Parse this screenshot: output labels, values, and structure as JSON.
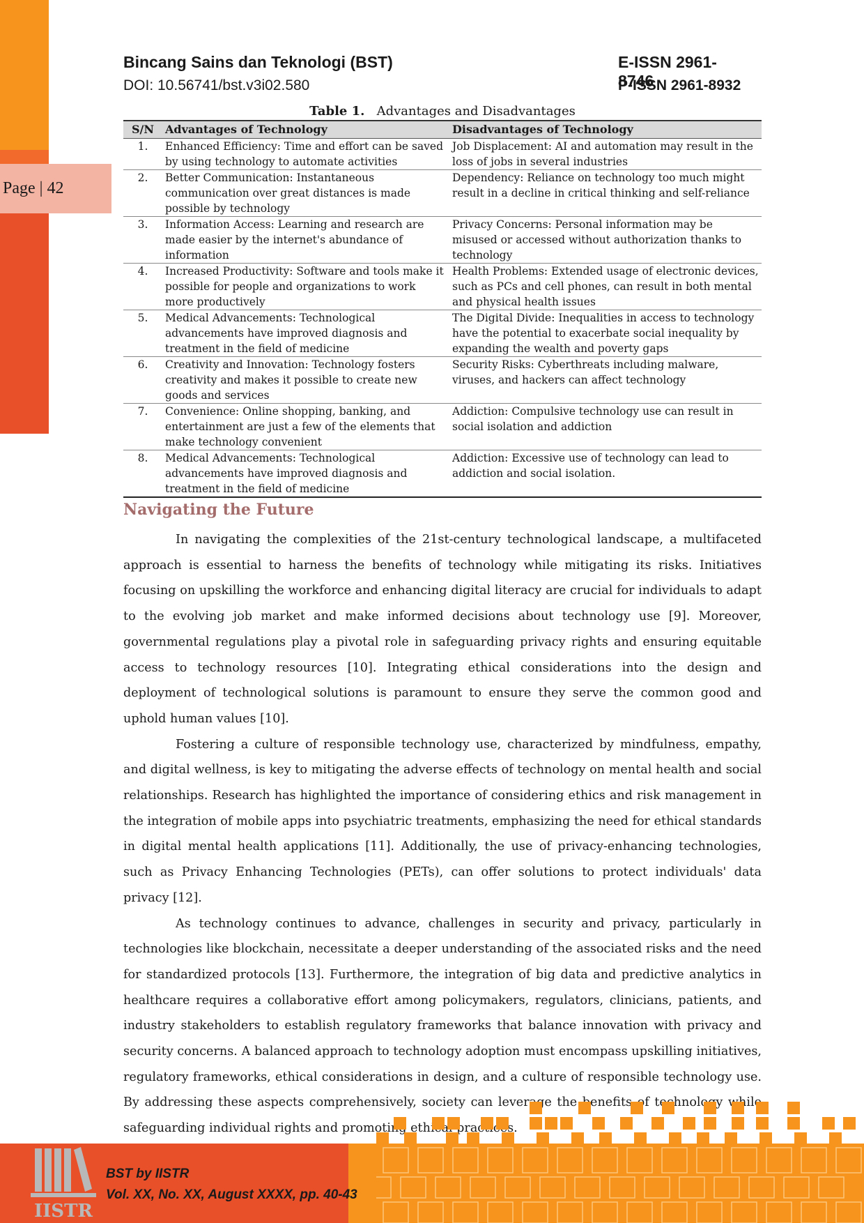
{
  "header": {
    "journal": "Bincang Sains dan Teknologi (BST)",
    "doi": "DOI: 10.56741/bst.v3i02.580",
    "eissn": "E-ISSN 2961-8746",
    "pissn": "P-ISSN 2961-8932"
  },
  "page_label": "Page | 42",
  "table": {
    "caption_label": "Table 1.",
    "caption_text": "Advantages and Disadvantages",
    "headers": [
      "S/N",
      "Advantages of Technology",
      "Disadvantages of Technology"
    ],
    "rows": [
      {
        "sn": "1.",
        "adv": "Enhanced Efficiency: Time and effort can be saved by using technology to automate activities",
        "dis": "Job Displacement: AI and automation may result in the loss of jobs in several industries"
      },
      {
        "sn": "2.",
        "adv": "Better Communication: Instantaneous communication over great distances is made possible by technology",
        "dis": "Dependency: Reliance on technology too much might result in a decline in critical thinking and self-reliance"
      },
      {
        "sn": "3.",
        "adv": "Information Access: Learning and research are made easier by the internet's abundance of information",
        "dis": "Privacy Concerns: Personal information may be misused or accessed without authorization thanks to technology"
      },
      {
        "sn": "4.",
        "adv": "Increased Productivity: Software and tools make it possible for people and organizations to work more productively",
        "dis": "Health Problems: Extended usage of electronic devices, such as PCs and cell phones, can result in both mental and physical health issues"
      },
      {
        "sn": "5.",
        "adv": "Medical Advancements: Technological advancements have improved diagnosis and treatment in the field of medicine",
        "dis": "The Digital Divide: Inequalities in access to technology have the potential to exacerbate social inequality by expanding the wealth and poverty gaps"
      },
      {
        "sn": "6.",
        "adv": "Creativity and Innovation: Technology fosters creativity and makes it possible to create new goods and services",
        "dis": "Security Risks: Cyberthreats including malware, viruses, and hackers can affect technology"
      },
      {
        "sn": "7.",
        "adv": "Convenience: Online shopping, banking, and entertainment are just a few of the elements that make technology convenient",
        "dis": "Addiction: Compulsive technology use can result in social isolation and addiction"
      },
      {
        "sn": "8.",
        "adv": "Medical Advancements: Technological advancements have improved diagnosis and treatment in the field of medicine",
        "dis": "Addiction: Excessive use of technology can lead to addiction and social isolation."
      }
    ]
  },
  "section": {
    "title": "Navigating the Future",
    "paragraphs": [
      "In navigating the complexities of the 21st-century technological landscape, a multifaceted approach is essential to harness the benefits of technology while mitigating its risks. Initiatives focusing on upskilling the workforce and enhancing digital literacy are crucial for individuals to adapt to the evolving job market and make informed decisions about technology use [9]. Moreover, governmental regulations play a pivotal role in safeguarding privacy rights and ensuring equitable access to technology resources [10]. Integrating ethical considerations into the design and deployment of technological solutions is paramount to ensure they serve the common good and uphold human values [10].",
      "Fostering a culture of responsible technology use, characterized by mindfulness, empathy, and digital wellness, is key to mitigating the adverse effects of technology on mental health and social relationships. Research has highlighted the importance of considering ethics and risk management in the integration of mobile apps into psychiatric treatments, emphasizing the need for ethical standards in digital mental health applications [11]. Additionally, the use of privacy-enhancing technologies, such as Privacy Enhancing Technologies (PETs), can offer solutions to protect individuals' data privacy [12].",
      "As technology continues to advance, challenges in security and privacy, particularly in technologies like blockchain, necessitate a deeper understanding of the associated risks and the need for standardized protocols [13]. Furthermore, the integration of big data and predictive analytics in healthcare requires a collaborative effort among policymakers, regulators, clinicians, patients, and industry stakeholders to establish regulatory frameworks that balance innovation with privacy and security concerns. A balanced approach to technology adoption must encompass upskilling initiatives, regulatory frameworks, ethical considerations in design, and a culture of responsible technology use. By addressing these aspects comprehensively, society can leverage the benefits of technology while safeguarding individual rights and promoting ethical practices."
    ]
  },
  "footer": {
    "line1": "BST by IISTR",
    "line2": "Vol. XX, No. XX, August XXXX, pp. 40-43",
    "logo_text": "IISTR"
  },
  "colors": {
    "orange": "#f7941d",
    "red_orange": "#e8502a",
    "salmon_tab": "#f4b4a3",
    "section_title": "#a56c6c"
  }
}
